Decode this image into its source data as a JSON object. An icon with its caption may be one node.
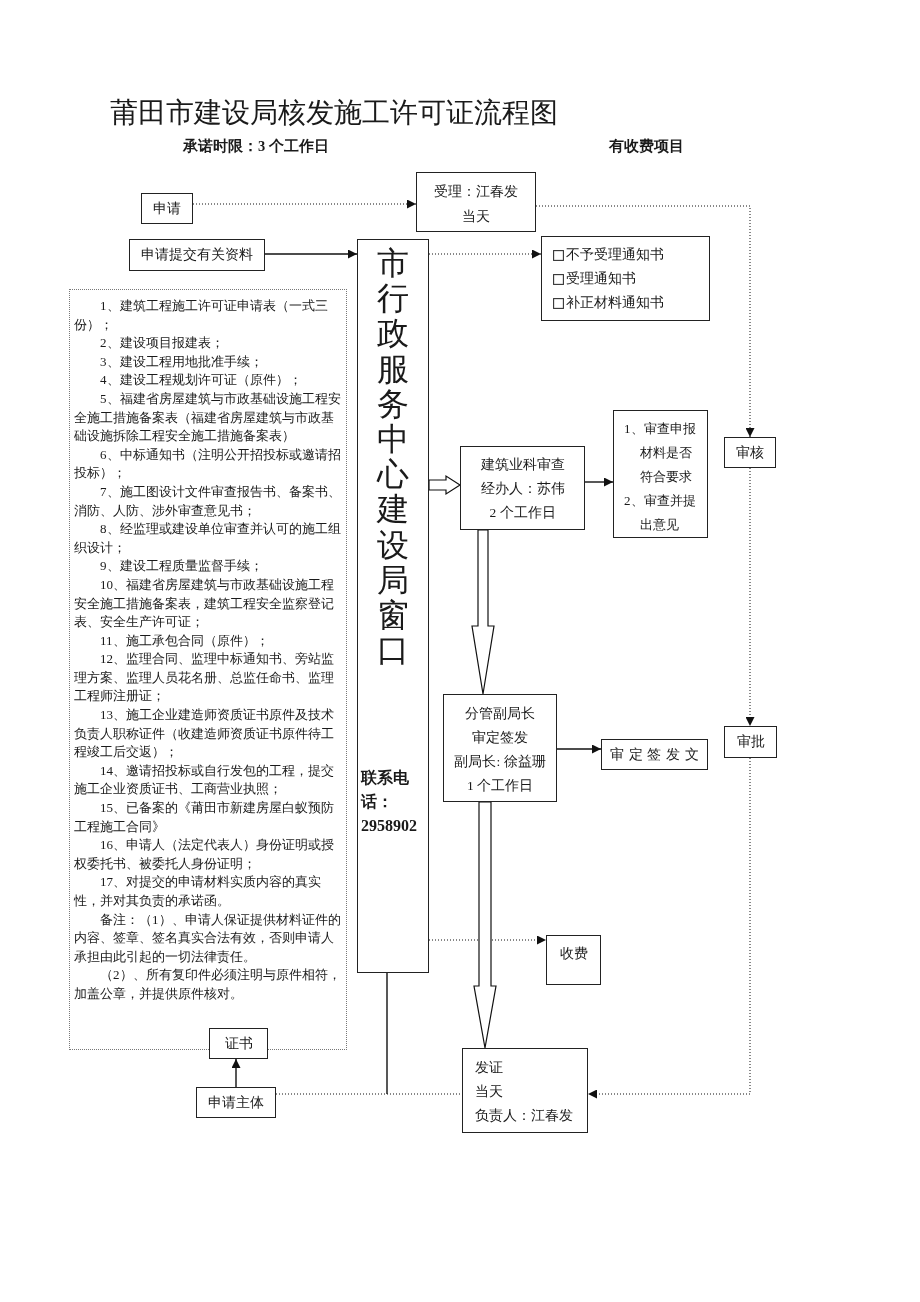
{
  "diagram": {
    "title": "莆田市建设局核发施工许可证流程图",
    "nodes": [
      {
        "text": [
          "申请"
        ]
      },
      {
        "text": [
          "受理：江春发",
          "当天"
        ]
      },
      {
        "text": [
          "申请提交有关资料"
        ]
      },
      {
        "text": [
          "市行政服务中心建设局窗口",
          "联系电话：2958902"
        ]
      },
      {
        "text": [
          "不予受理通知书",
          "受理通知书",
          "补正材料通知书"
        ]
      },
      {
        "text": [
          "1、建筑工程施工许可证申请表（一式三份）；",
          "2、建设项目报建表；",
          "3、建设工程用地批准手续；",
          "4、建设工程规划许可证（原件）；",
          "5、福建省房屋建筑与市政基础设施工程安全施工措施备案表（福建省房屋建筑与市政基础设施拆除工程安全施工措施备案表）",
          "6、中标通知书（注明公开招投标或邀请招投标）；",
          "7、施工图设计文件审查报告书、备案书、消防、人防、涉外审查意见书；",
          "8、经监理或建设单位审查并认可的施工组织设计；",
          "9、建设工程质量监督手续；",
          "10、福建省房屋建筑与市政基础设施工程安全施工措施备案表，建筑工程安全监察登记表、安全生产许可证；",
          "11、施工承包合同（原件）；",
          "12、监理合同、监理中标通知书、旁站监理方案、监理人员花名册、总监任命书、监理工程师注册证；",
          "13、施工企业建造师资质证书原件及技术负责人职称证件（收建造师资质证书原件待工程竣工后交返）；",
          "14、邀请招投标或自行发包的工程，提交施工企业资质证书、工商营业执照；",
          "15、已备案的《莆田市新建房屋白蚁预防工程施工合同》",
          "16、申请人（法定代表人）身份证明或授权委托书、被委托人身份证明；",
          "17、对提交的申请材料实质内容的真实性，并对其负责的承诺函。",
          "备注：（1）、申请人保证提供材料证件的内容、签章、签名真实合法有效，否则申请人承担由此引起的一切法律责任。",
          "（2）、所有复印件必须注明与原件相符，加盖公章，并提供原件核对。"
        ]
      },
      {
        "text": [
          "建筑业科审查",
          "经办人：苏伟",
          "2 个工作日"
        ]
      },
      {
        "text": [
          "1、审查申报材料是否符合要求",
          "2、审查并提出意见"
        ]
      },
      {
        "text": [
          "审核"
        ]
      },
      {
        "text": [
          "分管副局长",
          "审定签发",
          "副局长: 徐益珊",
          "1 个工作日"
        ]
      },
      {
        "text": [
          "审定签发文"
        ]
      },
      {
        "text": [
          "审批"
        ]
      },
      {
        "text": [
          "收费"
        ]
      },
      {
        "text": [
          "证书"
        ]
      },
      {
        "text": [
          "申请主体"
        ]
      },
      {
        "text": [
          "发证",
          "当天",
          "负责人：江春发"
        ]
      }
    ],
    "edges": [
      {
        "from": 0,
        "to": 1,
        "arrow": "to",
        "style": "dashed"
      },
      {
        "from": 2,
        "to": 3,
        "arrow": "to"
      },
      {
        "from": 3,
        "to": 4,
        "arrow": "to",
        "style": "dashed"
      },
      {
        "from": 1,
        "to": 8,
        "arrow": "to",
        "style": "dashed"
      },
      {
        "from": 8,
        "to": 11,
        "arrow": "to",
        "style": "dashed"
      },
      {
        "from": 3,
        "to": 6,
        "arrow": "to",
        "style": "thick"
      },
      {
        "from": 6,
        "to": 7,
        "arrow": "to"
      },
      {
        "from": 6,
        "to": 9,
        "arrow": "to",
        "style": "thick"
      },
      {
        "from": 9,
        "to": 10,
        "arrow": "to"
      },
      {
        "from": 11,
        "to": 15,
        "arrow": "to",
        "style": "dashed"
      },
      {
        "from": 3,
        "to": 12,
        "arrow": "to",
        "style": "dashed"
      },
      {
        "from": 9,
        "to": 15,
        "arrow": "to",
        "style": "thick"
      },
      {
        "from": 14,
        "to": 13,
        "arrow": "to"
      },
      {
        "from": 14,
        "to": 15,
        "arrow": "none",
        "style": "dashed"
      },
      {
        "from": 3,
        "to": null,
        "arrow": "none"
      }
    ],
    "labels": [
      "承诺时限：3 个工作日",
      "有收费项目"
    ]
  }
}
